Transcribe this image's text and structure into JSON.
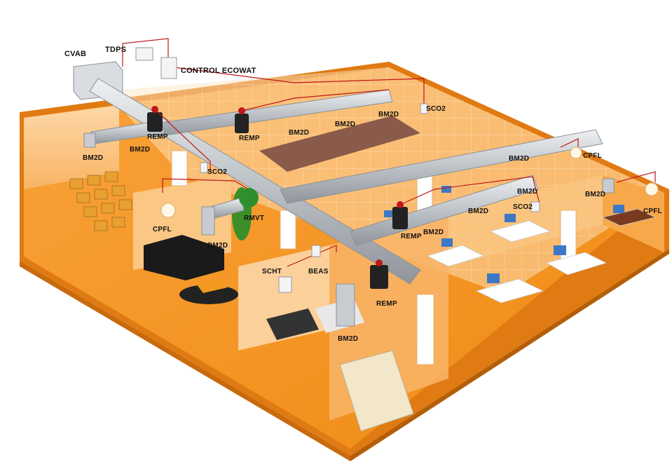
{
  "labels": {
    "cvab": "CVAB",
    "tdps": "TDPS",
    "control": "CONTROL ECOWAT",
    "bm2d": "BM2D",
    "remp": "REMP",
    "sco2": "SCO2",
    "cpfl": "CPFL",
    "rmvt": "RMVT",
    "scht": "SCHT",
    "beas": "BEAS"
  },
  "colors": {
    "floor": "#f7941d",
    "floor_dark": "#e87a10",
    "wall": "#fbc07a",
    "wall_side": "#f9ad5a",
    "ceiling_grid": "#ffd9a8",
    "duct": "#b9bec4",
    "duct_light": "#e2e5e8",
    "damper": "#c0161b",
    "wire": "#c0161b"
  }
}
